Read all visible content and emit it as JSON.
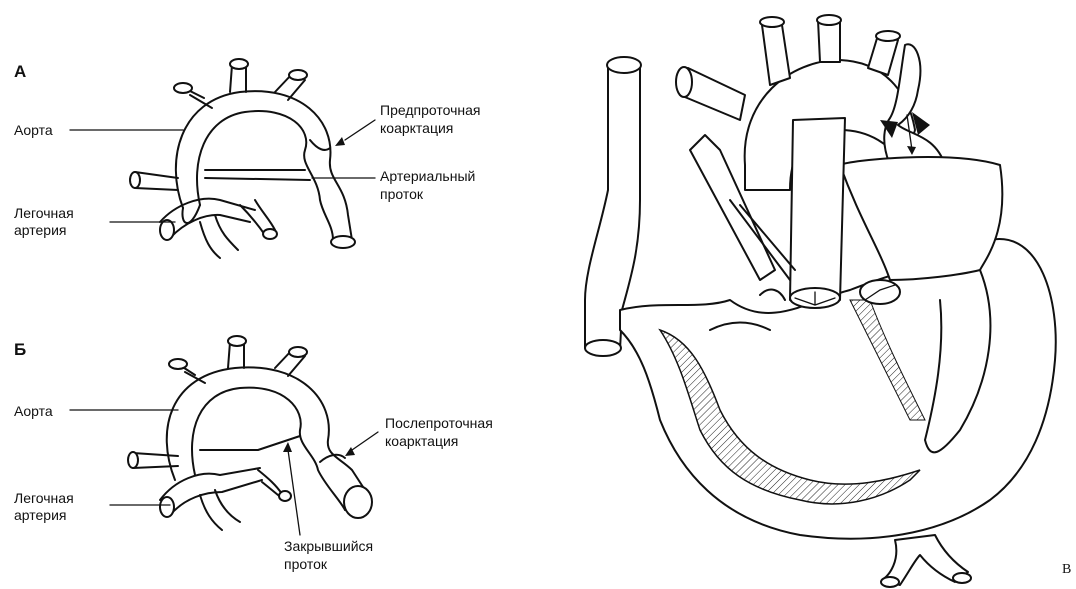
{
  "panel_a": {
    "letter": "А",
    "aorta": "Аорта",
    "pulmonary_artery_1": "Легочная",
    "pulmonary_artery_2": "артерия",
    "coarctation_1": "Предпроточная",
    "coarctation_2": "коарктация",
    "duct_1": "Артериальный",
    "duct_2": "проток"
  },
  "panel_b": {
    "letter": "Б",
    "aorta": "Аорта",
    "pulmonary_artery_1": "Легочная",
    "pulmonary_artery_2": "артерия",
    "coarctation_1": "Послепроточная",
    "coarctation_2": "коарктация",
    "closed_duct_1": "Закрывшийся",
    "closed_duct_2": "проток"
  },
  "panel_c": {
    "letter": "В"
  }
}
